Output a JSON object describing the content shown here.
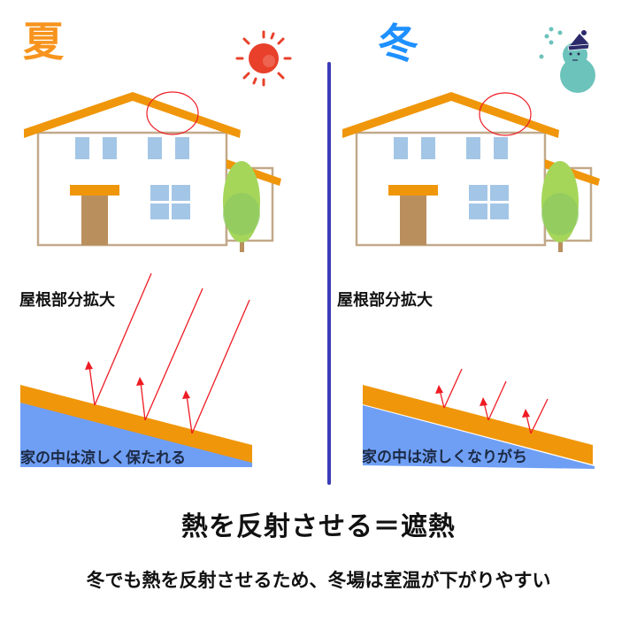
{
  "summer": {
    "season_label": "夏",
    "zoom_label": "屋根部分拡大",
    "inside_label": "家の中は涼しく保たれる",
    "icon": "sun-icon"
  },
  "winter": {
    "season_label": "冬",
    "zoom_label": "屋根部分拡大",
    "inside_label": "家の中は涼しくなりがち",
    "icon": "snowman-icon"
  },
  "headline": "熱を反射させる＝遮熱",
  "subline": "冬でも熱を反射させるため、冬場は室温が下がりやすい",
  "colors": {
    "roof": "#f0960a",
    "house_outline": "#c2a98a",
    "window": "#a3c6e6",
    "door": "#b98f5e",
    "interior": "#6f9ff5",
    "ray": "#ee1c24",
    "divider": "#3b3bb8",
    "summer_accent": "#f7941d",
    "winter_accent": "#1e90ff",
    "sun": "#e8402a",
    "snowman": "#6cc3bc"
  }
}
